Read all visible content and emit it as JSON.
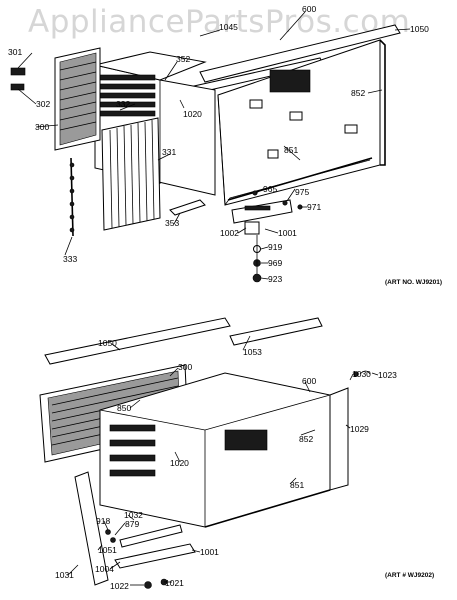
{
  "watermark": "AppliancePartsPros.com",
  "top_diagram": {
    "art_no": "(ART NO. WJ9201)",
    "labels": [
      "600",
      "1050",
      "1045",
      "301",
      "352",
      "302",
      "332",
      "852",
      "300",
      "1020",
      "331",
      "851",
      "965",
      "975",
      "971",
      "353",
      "1002",
      "1001",
      "919",
      "333",
      "969",
      "923"
    ]
  },
  "bottom_diagram": {
    "art_no": "(ART # WJ9202)",
    "labels": [
      "1050",
      "1053",
      "300",
      "600",
      "1030",
      "1023",
      "850",
      "852",
      "1029",
      "1020",
      "851",
      "1032",
      "918",
      "879",
      "1051",
      "1001",
      "1004",
      "1031",
      "1022",
      "1021"
    ]
  }
}
